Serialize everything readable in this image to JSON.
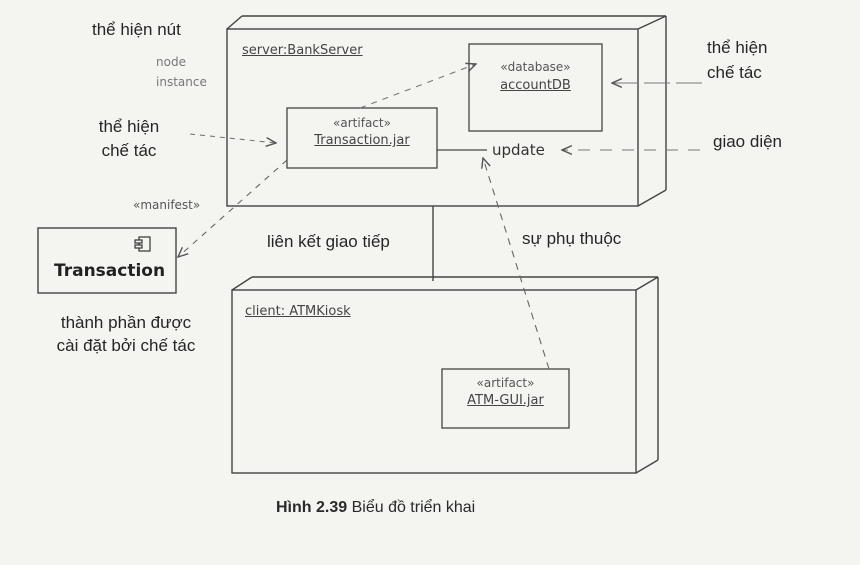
{
  "labels": {
    "node_instance_vi": "thể hiện nút",
    "node_instance_en_1": "node",
    "node_instance_en_2": "instance",
    "artifact_instance_left_1": "thể hiện",
    "artifact_instance_left_2": "chế tác",
    "artifact_instance_right_1": "thể hiện",
    "artifact_instance_right_2": "chế tác",
    "interface": "giao diện",
    "manifest": "«manifest»",
    "comm_link": "liên kết giao tiếp",
    "dependency": "sự phụ thuộc",
    "component_desc_1": "thành phần được",
    "component_desc_2": "cài đặt bởi chế tác"
  },
  "server": {
    "name": "server:BankServer",
    "database": {
      "stereotype": "«database»",
      "name": "accountDB"
    },
    "artifact": {
      "stereotype": "«artifact»",
      "name": "Transaction.jar"
    },
    "interface": "update"
  },
  "client": {
    "name": "client: ATMKiosk",
    "artifact": {
      "stereotype": "«artifact»",
      "name": "ATM-GUI.jar"
    }
  },
  "component": {
    "name": "Transaction"
  },
  "caption": {
    "number": "Hình 2.39",
    "text": "Biểu đồ triển khai"
  },
  "icons": [
    "component-icon"
  ]
}
